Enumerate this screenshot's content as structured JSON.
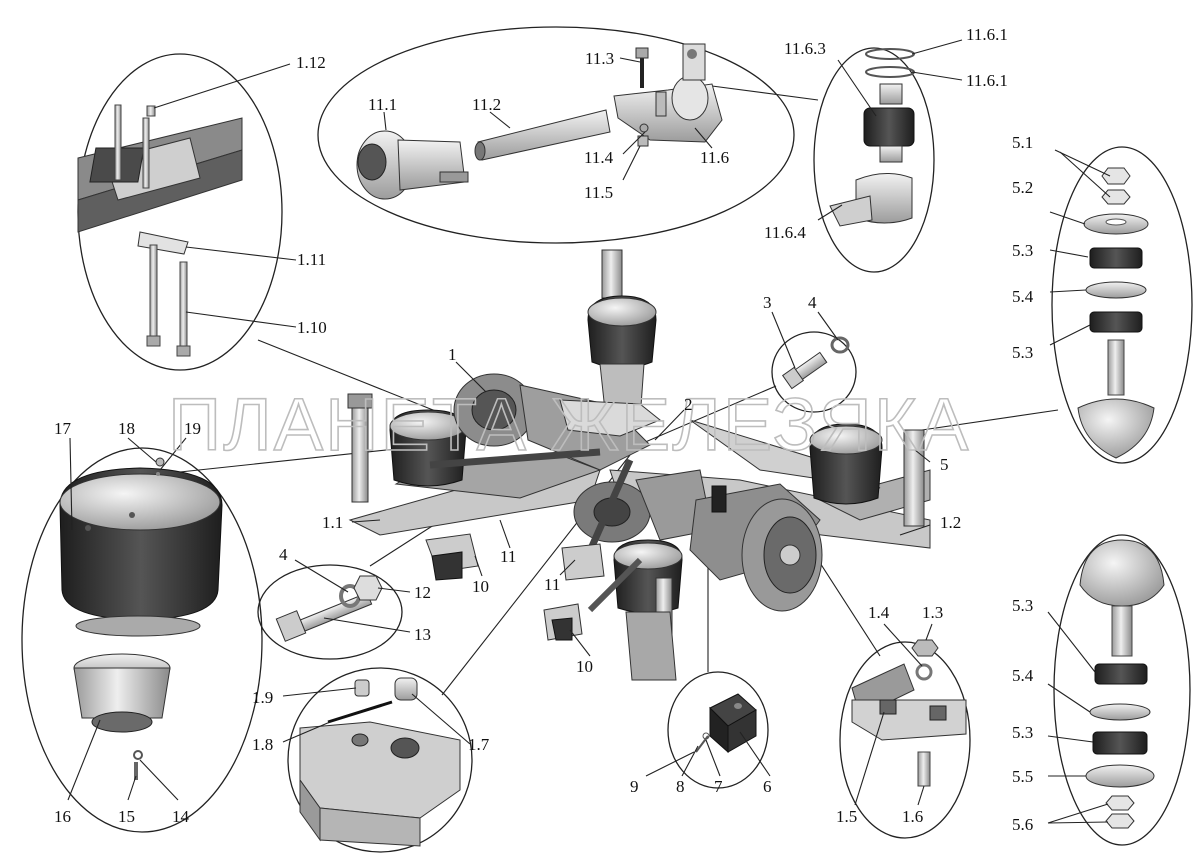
{
  "watermark": "ПЛАНЕТА ЖЕЛЕЗЯКА",
  "colors": {
    "rubber": "#2b2b2b",
    "metal_light": "#d9d9d9",
    "metal_mid": "#b5b5b5",
    "metal_dark": "#7a7a7a",
    "line": "#222222"
  },
  "callouts": [
    {
      "id": "c1_12",
      "text": "1.12"
    },
    {
      "id": "c1_11",
      "text": "1.11"
    },
    {
      "id": "c1_10",
      "text": "1.10"
    },
    {
      "id": "c11_1",
      "text": "11.1"
    },
    {
      "id": "c11_2",
      "text": "11.2"
    },
    {
      "id": "c11_3",
      "text": "11.3"
    },
    {
      "id": "c11_4",
      "text": "11.4"
    },
    {
      "id": "c11_5",
      "text": "11.5"
    },
    {
      "id": "c11_6",
      "text": "11.6"
    },
    {
      "id": "c11_6_3",
      "text": "11.6.3"
    },
    {
      "id": "c11_6_1a",
      "text": "11.6.1"
    },
    {
      "id": "c11_6_1b",
      "text": "11.6.1"
    },
    {
      "id": "c11_6_4",
      "text": "11.6.4"
    },
    {
      "id": "c5_1",
      "text": "5.1"
    },
    {
      "id": "c5_2",
      "text": "5.2"
    },
    {
      "id": "c5_3a",
      "text": "5.3"
    },
    {
      "id": "c5_4a",
      "text": "5.4"
    },
    {
      "id": "c5_3b",
      "text": "5.3"
    },
    {
      "id": "c3",
      "text": "3"
    },
    {
      "id": "c4a",
      "text": "4"
    },
    {
      "id": "c1",
      "text": "1"
    },
    {
      "id": "c2",
      "text": "2"
    },
    {
      "id": "c17",
      "text": "17"
    },
    {
      "id": "c18",
      "text": "18"
    },
    {
      "id": "c19",
      "text": "19"
    },
    {
      "id": "c5",
      "text": "5"
    },
    {
      "id": "c1_1",
      "text": "1.1"
    },
    {
      "id": "c1_2",
      "text": "1.2"
    },
    {
      "id": "c11a",
      "text": "11"
    },
    {
      "id": "c10a",
      "text": "10"
    },
    {
      "id": "c11b",
      "text": "11"
    },
    {
      "id": "c10b",
      "text": "10"
    },
    {
      "id": "c4b",
      "text": "4"
    },
    {
      "id": "c12",
      "text": "12"
    },
    {
      "id": "c13",
      "text": "13"
    },
    {
      "id": "c5_3c",
      "text": "5.3"
    },
    {
      "id": "c5_4b",
      "text": "5.4"
    },
    {
      "id": "c5_3d",
      "text": "5.3"
    },
    {
      "id": "c5_5",
      "text": "5.5"
    },
    {
      "id": "c5_6",
      "text": "5.6"
    },
    {
      "id": "c1_4",
      "text": "1.4"
    },
    {
      "id": "c1_3",
      "text": "1.3"
    },
    {
      "id": "c1_9",
      "text": "1.9"
    },
    {
      "id": "c1_8",
      "text": "1.8"
    },
    {
      "id": "c1_7",
      "text": "1.7"
    },
    {
      "id": "c1_5",
      "text": "1.5"
    },
    {
      "id": "c1_6",
      "text": "1.6"
    },
    {
      "id": "c9",
      "text": "9"
    },
    {
      "id": "c8",
      "text": "8"
    },
    {
      "id": "c7",
      "text": "7"
    },
    {
      "id": "c6",
      "text": "6"
    },
    {
      "id": "c16",
      "text": "16"
    },
    {
      "id": "c15",
      "text": "15"
    },
    {
      "id": "c14",
      "text": "14"
    }
  ]
}
